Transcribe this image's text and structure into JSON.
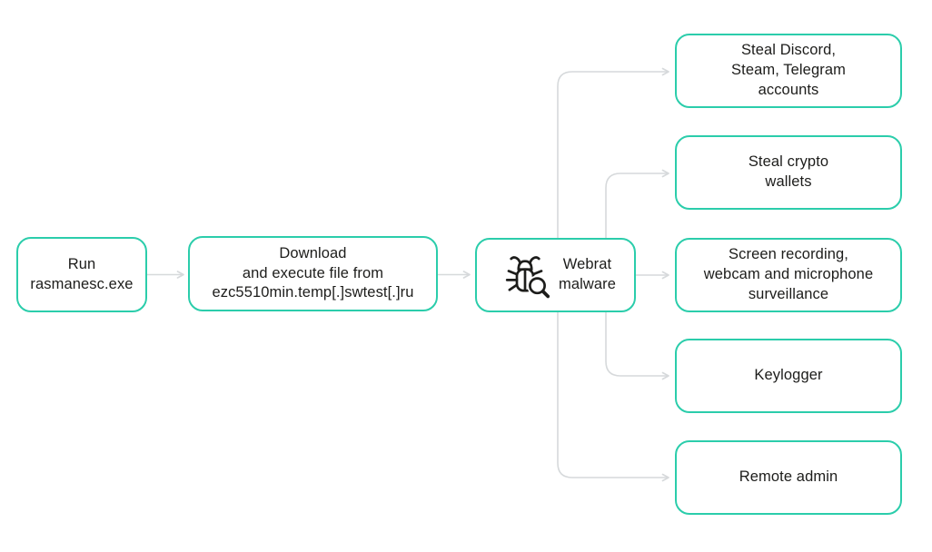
{
  "diagram": {
    "type": "flowchart",
    "colors": {
      "node_border": "#2bcdab",
      "node_background": "#ffffff",
      "connector": "#d6d9db",
      "text": "#1d1d1b",
      "icon": "#1d1d1b",
      "page_background": "#ffffff"
    },
    "nodes": {
      "run_exe": {
        "label": "Run\nrasmanesc.exe"
      },
      "download": {
        "label": "Download\nand execute file from\nezc5510min.temp[.]swtest[.]ru"
      },
      "webrat": {
        "label": "Webrat\nmalware",
        "icon": "bug-search-icon"
      },
      "steal_accounts": {
        "label": "Steal Discord,\nSteam, Telegram\naccounts"
      },
      "steal_crypto": {
        "label": "Steal crypto\nwallets"
      },
      "surveillance": {
        "label": "Screen recording,\nwebcam and microphone\nsurveillance"
      },
      "keylogger": {
        "label": "Keylogger"
      },
      "remote_admin": {
        "label": "Remote admin"
      }
    },
    "edges": [
      {
        "from": "run_exe",
        "to": "download"
      },
      {
        "from": "download",
        "to": "webrat"
      },
      {
        "from": "webrat",
        "to": "steal_accounts"
      },
      {
        "from": "webrat",
        "to": "steal_crypto"
      },
      {
        "from": "webrat",
        "to": "surveillance"
      },
      {
        "from": "webrat",
        "to": "keylogger"
      },
      {
        "from": "webrat",
        "to": "remote_admin"
      }
    ]
  }
}
